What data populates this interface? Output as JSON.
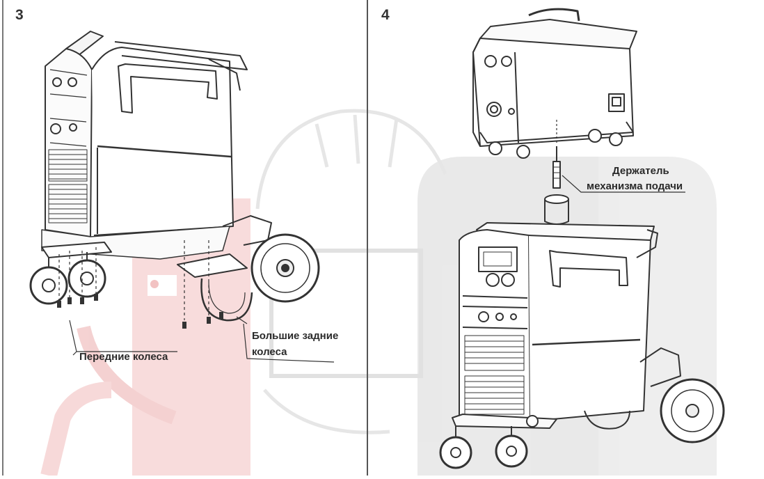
{
  "panels": [
    {
      "step": "3",
      "labels": {
        "front_wheels": "Передние колеса",
        "rear_wheels_line1": "Большие задние",
        "rear_wheels_line2": "колеса"
      }
    },
    {
      "step": "4",
      "labels": {
        "holder_line1": "Держатель",
        "holder_line2": "механизма подачи"
      }
    }
  ],
  "colors": {
    "watermark_red": "#f6d3d3",
    "watermark_gray": "#e4e4e4",
    "line": "#333333",
    "divider": "#555555"
  }
}
